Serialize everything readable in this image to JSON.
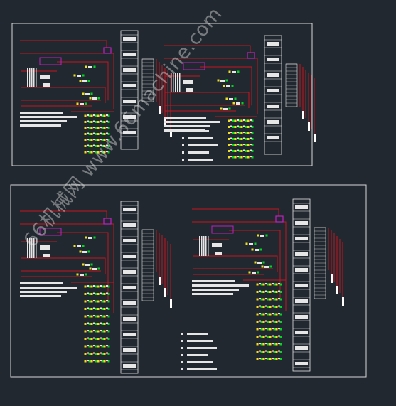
{
  "watermark": {
    "text": "66机械网 www.66machine.com"
  },
  "colors": {
    "background": "#212830",
    "frame": "#d8d8d8",
    "wire": "#c8141e",
    "component": "#e6e6e6",
    "terminal": "#f0e020",
    "junction": "#00d820",
    "highlight": "#c020c0",
    "bar": "#ffffff"
  },
  "sheets": [
    {
      "name": "sheet-top",
      "panels": 2,
      "tall": false
    },
    {
      "name": "sheet-bottom",
      "panels": 2,
      "tall": true
    }
  ]
}
